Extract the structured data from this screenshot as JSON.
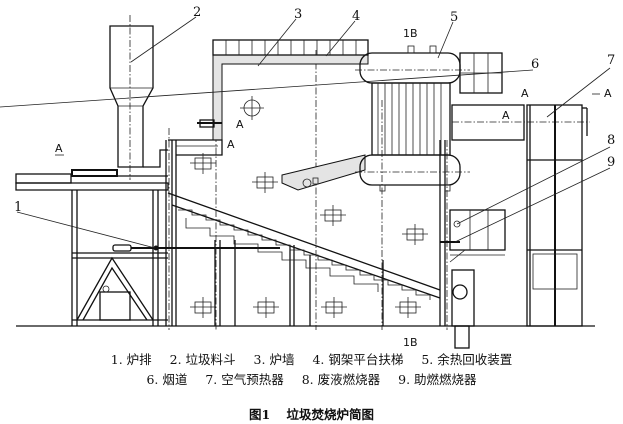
{
  "figure": {
    "caption_number": "图1",
    "caption_title": "垃圾焚烧炉简图"
  },
  "callouts": [
    "1",
    "2",
    "3",
    "4",
    "5",
    "6",
    "7",
    "8",
    "9"
  ],
  "section_marks": {
    "a": "A",
    "b_top": "1B",
    "b_bottom": "1B"
  },
  "legend": {
    "row1": [
      "1. 炉排",
      "2. 垃圾料斗",
      "3. 炉墙",
      "4. 钢架平台扶梯",
      "5. 余热回收装置"
    ],
    "row2": [
      "6. 烟道",
      "7. 空气预热器",
      "8. 废液燃烧器",
      "9. 助燃燃烧器"
    ]
  }
}
